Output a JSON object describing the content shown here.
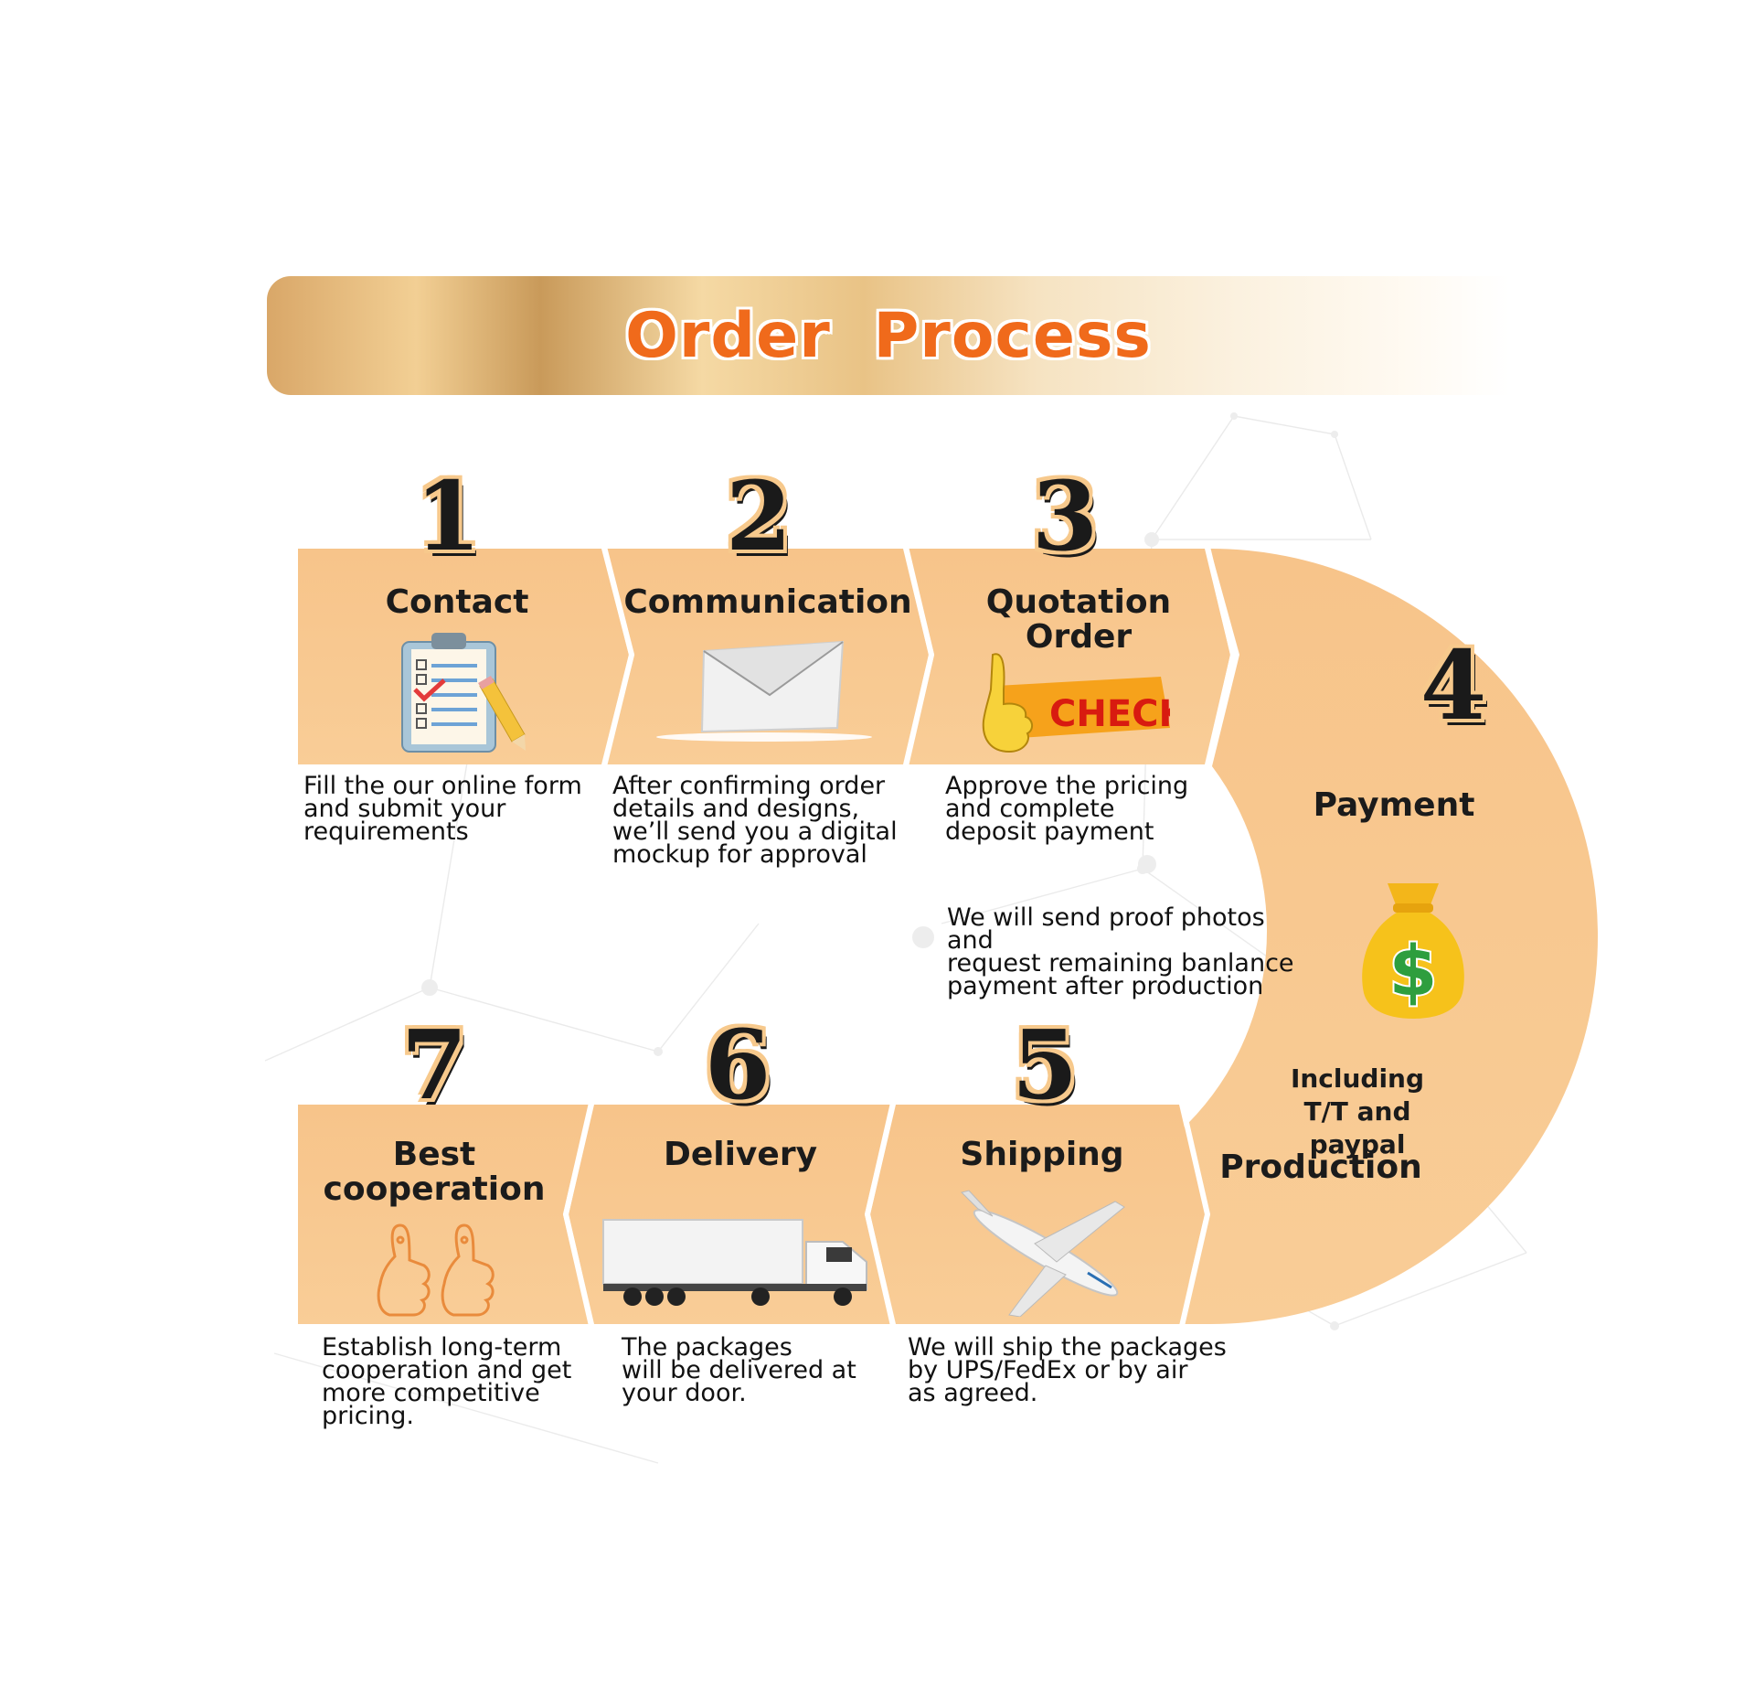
{
  "banner": {
    "title": "Order Process"
  },
  "steps": [
    {
      "number": "1",
      "title": "Contact",
      "desc": "Fill the our online form\nand submit your\nrequirements",
      "icon": "clipboard-checklist-icon"
    },
    {
      "number": "2",
      "title": "Communication",
      "desc": "After confirming order\ndetails and designs,\nwe’ll send you a digital\nmockup for approval",
      "icon": "envelope-icon"
    },
    {
      "number": "3",
      "title": "Quotation\nOrder",
      "desc": "Approve the pricing\nand complete\ndeposit payment",
      "icon": "check-hand-icon",
      "badge": "CHECK"
    },
    {
      "number": "4",
      "title": "Payment",
      "desc": "We will send proof photos and\nrequest remaining banlance\npayment after production",
      "note": "Including\nT/T and paypal",
      "icon": "money-bag-icon",
      "sub_title": "Production"
    },
    {
      "number": "5",
      "title": "Shipping",
      "desc": "We will ship the packages\nby UPS/FedEx or by air\nas agreed.",
      "icon": "airplane-icon"
    },
    {
      "number": "6",
      "title": "Delivery",
      "desc": "The packages\nwill be delivered at\nyour door.",
      "icon": "truck-icon"
    },
    {
      "number": "7",
      "title": "Best\ncooperation",
      "desc": "Establish long-term\ncooperation and get\nmore competitive\npricing.",
      "icon": "thumbs-up-icon"
    }
  ],
  "colors": {
    "band": "#f8c58a",
    "title_orange": "#f06a1b",
    "money_green": "#2e9e3e",
    "money_bag": "#f6c21b"
  }
}
